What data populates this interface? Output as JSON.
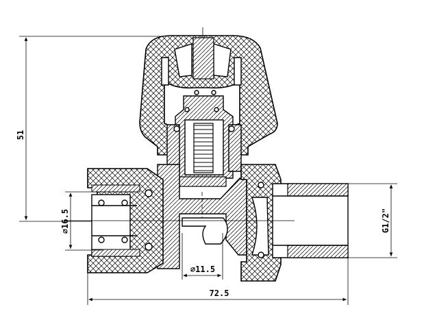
{
  "dimensions": {
    "height": "51",
    "bore_diameter": "16.5",
    "outlet_diameter": "11.5",
    "overall_length": "72.5",
    "thread": "G1/2\""
  },
  "symbols": {
    "diameter": "∅"
  },
  "colors": {
    "line": "#000000",
    "background": "#ffffff"
  }
}
